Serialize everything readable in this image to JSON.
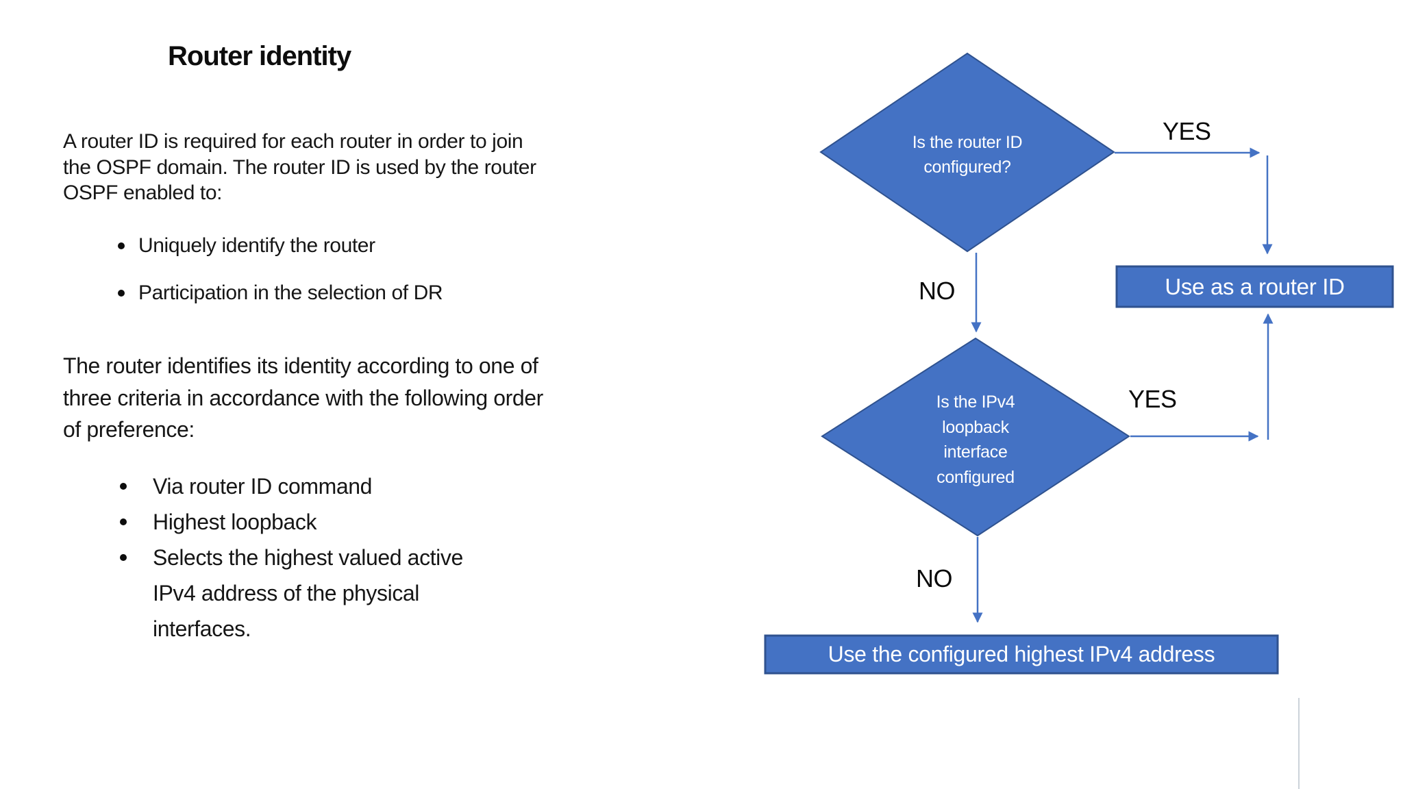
{
  "slide": {
    "title": "Router identity",
    "intro_lines": [
      "A router ID is required for each router in order to join",
      "the OSPF domain. The router ID is used by the router",
      "OSPF enabled to:"
    ],
    "purpose_bullets": [
      "Uniquely identify the router",
      "Participation in the selection of DR"
    ],
    "criteria_lines": [
      "The router identifies its identity according to one of",
      "three criteria in accordance with the following order",
      "of preference:"
    ],
    "criteria_rows": [
      {
        "bullet": true,
        "text": "Via router ID command"
      },
      {
        "bullet": true,
        "text": "Highest loopback"
      },
      {
        "bullet": true,
        "text": "Selects the highest valued active"
      },
      {
        "bullet": false,
        "text": "IPv4 address of the physical"
      },
      {
        "bullet": false,
        "text": "interfaces."
      }
    ]
  },
  "flowchart": {
    "decision_router_id": {
      "lines": [
        "Is the router ID",
        "configured?"
      ]
    },
    "decision_loopback": {
      "lines": [
        "Is the IPv4",
        "loopback",
        "interface",
        "configured"
      ]
    },
    "labels": {
      "yes1": "YES",
      "no1": "NO",
      "yes2": "YES",
      "no2": "NO"
    },
    "result_router_id": "Use as a router ID",
    "result_highest_ipv4": "Use the configured highest IPv4 address",
    "colors": {
      "shape_fill": "#4472C4",
      "shape_border": "#2F528F",
      "arrow": "#4472C4",
      "shape_text": "#FFFFFF",
      "label_text": "#000000"
    }
  }
}
